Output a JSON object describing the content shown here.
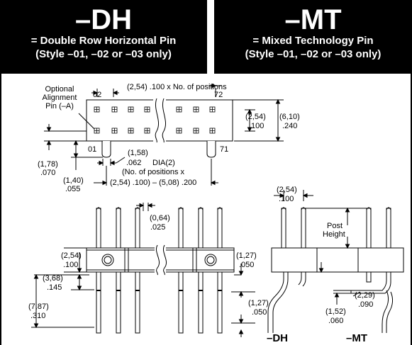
{
  "headers": {
    "left": {
      "code": "–DH",
      "line1": "= Double Row Horizontal Pin",
      "line2": "(Style –01, –02 or –03 only)"
    },
    "right": {
      "code": "–MT",
      "line1": "= Mixed Technology Pin",
      "line2": "(Style –01, –02 or –03 only)"
    }
  },
  "top_view": {
    "align_pin_1": "Optional",
    "align_pin_2": "Alignment",
    "align_pin_3": "Pin (–A)",
    "pitch_text": "(2,54) .100 x No. of positions",
    "pos_02": "02",
    "pos_72": "72",
    "pos_01": "01",
    "pos_71": "71",
    "row_metric": "(2,54)",
    "row_inch": ".100",
    "height_metric": "(6,10)",
    "height_inch": ".240",
    "d178_metric": "(1,78)",
    "d178_inch": ".070",
    "d140_metric": "(1,40)",
    "d140_inch": ".055",
    "dia_metric": "(1,58)",
    "dia_inch": ".062",
    "dia_label": "DIA(2)",
    "formula_1": "(No. of positions x",
    "formula_2": "(2,54) .100) – (5,08) .200"
  },
  "side_view": {
    "pin_gap_metric": "(0,64)",
    "pin_gap_inch": ".025",
    "pitch_metric": "(2,54)",
    "pitch_inch": ".100",
    "d368_metric": "(3,68)",
    "d368_inch": ".145",
    "d787_metric": "(7,87)",
    "d787_inch": ".310",
    "d127a_metric": "(1,27)",
    "d127a_inch": ".050",
    "d127b_metric": "(1,27)",
    "d127b_inch": ".050"
  },
  "profile_view": {
    "pitch_metric": "(2,54)",
    "pitch_inch": ".100",
    "post_1": "Post",
    "post_2": "Height",
    "d229_metric": "(2,29)",
    "d229_inch": ".090",
    "d152_metric": "(1,52)",
    "d152_inch": ".060",
    "dh_label": "–DH",
    "mt_label": "–MT"
  }
}
